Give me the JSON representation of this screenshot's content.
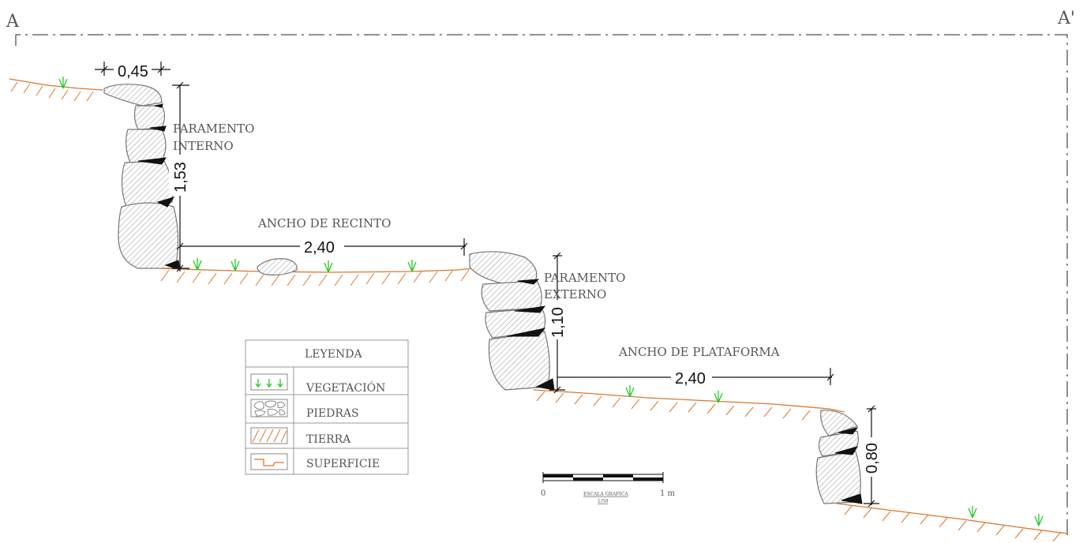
{
  "section": {
    "start_label": "A",
    "end_label": "A'"
  },
  "dimensions": {
    "top_width": "0,45",
    "inner_height": "1,53",
    "enclosure_width": "2,40",
    "outer_height": "1,10",
    "platform_width": "2,40",
    "lower_height": "0,80"
  },
  "labels": {
    "paramento_interno_line1": "PARAMENTO",
    "paramento_interno_line2": "INTERNO",
    "paramento_externo_line1": "PARAMENTO",
    "paramento_externo_line2": "EXTERNO",
    "ancho_recinto": "ANCHO DE RECINTO",
    "ancho_plataforma": "ANCHO DE PLATAFORMA"
  },
  "legend": {
    "title": "LEYENDA",
    "items": [
      {
        "label": "VEGETACIÓN",
        "icon": "vegetation-icon"
      },
      {
        "label": "PIEDRAS",
        "icon": "stones-icon"
      },
      {
        "label": "TIERRA",
        "icon": "earth-hatch-icon"
      },
      {
        "label": "SUPERFICIE",
        "icon": "surface-line-icon"
      }
    ]
  },
  "scale_bar": {
    "start": "0",
    "end": "1 m",
    "caption": "ESCALA GRAFICA",
    "ratio": "1/50"
  },
  "colors": {
    "ground": "#d9782c",
    "vegetation": "#22cc22",
    "stone_hatch": "#777777"
  }
}
